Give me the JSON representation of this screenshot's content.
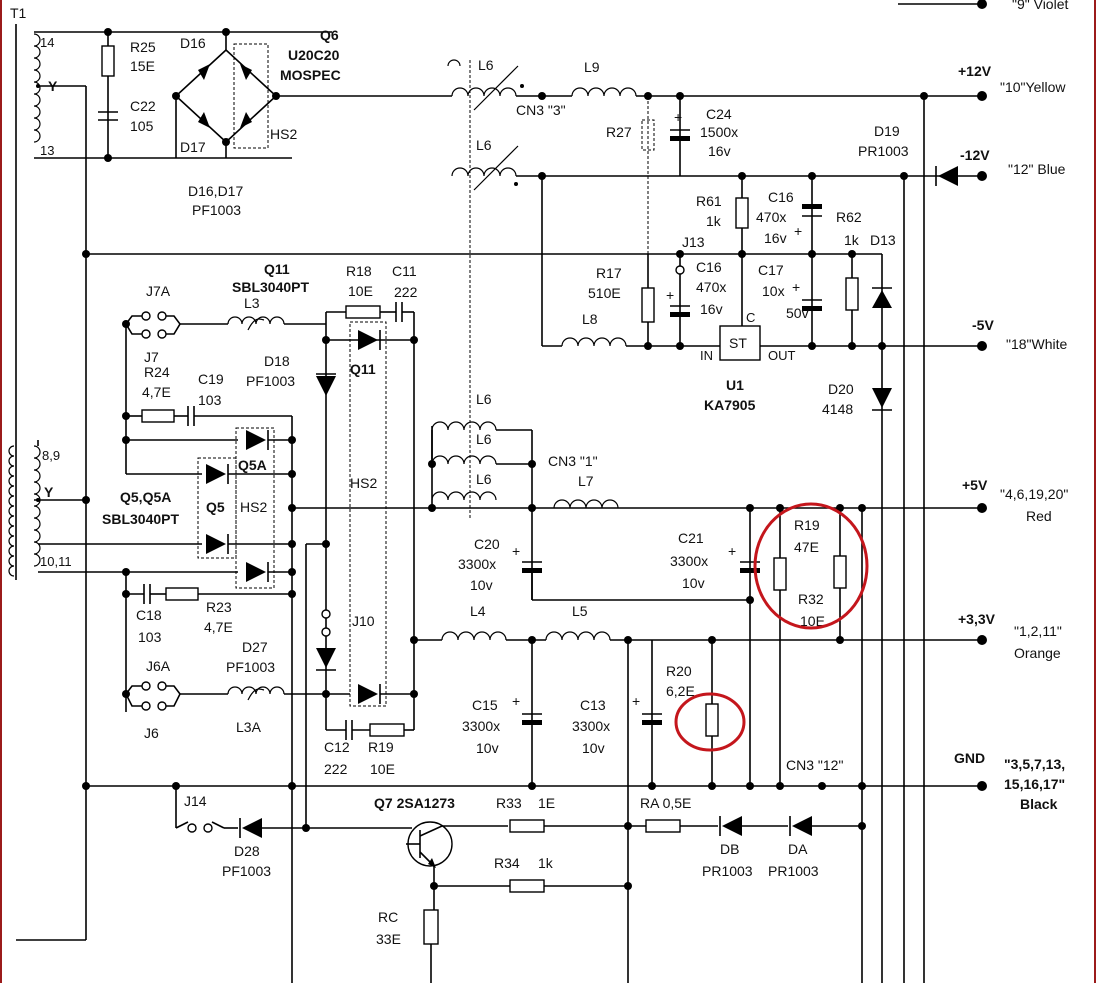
{
  "transformer": {
    "name": "T1",
    "pins_top": [
      "14",
      "Y",
      "13"
    ],
    "pins_bottom": [
      "8,9",
      "Y",
      "10,11"
    ]
  },
  "components": {
    "r25": [
      "R25",
      "15E"
    ],
    "c22": [
      "C22",
      "105"
    ],
    "d16": "D16",
    "d17": "D17",
    "d16d17": [
      "D16,D17",
      "PF1003"
    ],
    "q6": [
      "Q6",
      "U20C20",
      "MOSPEC"
    ],
    "hs2": "HS2",
    "l6": "L6",
    "l9": "L9",
    "cn3_3": "CN3 \"3\"",
    "r27": "R27",
    "c24": [
      "C24",
      "1500x",
      "16v"
    ],
    "d19": [
      "D19",
      "PR1003"
    ],
    "r61": [
      "R61",
      "1k"
    ],
    "c16a": [
      "C16",
      "470x",
      "16v"
    ],
    "r62": [
      "R62",
      "1k"
    ],
    "d13": "D13",
    "j13": "J13",
    "r17": [
      "R17",
      "510E"
    ],
    "c16b": [
      "C16",
      "470x",
      "16v"
    ],
    "c17": [
      "C17",
      "10x",
      "50v"
    ],
    "l8": "L8",
    "u1": [
      "U1",
      "KA7905"
    ],
    "u1_pins": [
      "IN",
      "ST",
      "C",
      "OUT"
    ],
    "d20": [
      "D20",
      "4148"
    ],
    "q11": [
      "Q11",
      "SBL3040PT"
    ],
    "q11_inner": "Q11",
    "l3": "L3",
    "r18": [
      "R18",
      "10E"
    ],
    "c11": [
      "C11",
      "222"
    ],
    "d18": [
      "D18",
      "PF1003"
    ],
    "j7a": "J7A",
    "j7": "J7",
    "r24": [
      "R24",
      "4,7E"
    ],
    "c19": [
      "C19",
      "103"
    ],
    "q5a": "Q5A",
    "q5": "Q5",
    "q5q5a": [
      "Q5,Q5A",
      "SBL3040PT"
    ],
    "hs2b": "HS2",
    "hs2c": "HS2",
    "c18": [
      "C18",
      "103"
    ],
    "r23": [
      "R23",
      "4,7E"
    ],
    "d27": [
      "D27",
      "PF1003"
    ],
    "j6a": "J6A",
    "j6": "J6",
    "l3a": "L3A",
    "j10": "J10",
    "c12": [
      "C12",
      "222"
    ],
    "r19b": [
      "R19",
      "10E"
    ],
    "l6b": [
      "L6",
      "L6",
      "L6"
    ],
    "cn3_1": "CN3 \"1\"",
    "l7": "L7",
    "c20": [
      "C20",
      "3300x",
      "10v"
    ],
    "c21": [
      "C21",
      "3300x",
      "10v"
    ],
    "r19": [
      "R19",
      "47E"
    ],
    "r32": [
      "R32",
      "10E"
    ],
    "l4": "L4",
    "l5": "L5",
    "r20": [
      "R20",
      "6,2E"
    ],
    "c15": [
      "C15",
      "3300x",
      "10v"
    ],
    "c13": [
      "C13",
      "3300x",
      "10v"
    ],
    "cn3_12": "CN3 \"12\"",
    "j14": "J14",
    "d28": [
      "D28",
      "PF1003"
    ],
    "q7": "Q7 2SA1273",
    "r33": [
      "R33",
      "1E"
    ],
    "r34": [
      "R34",
      "1k"
    ],
    "ra": "RA 0,5E",
    "db": [
      "DB",
      "PR1003"
    ],
    "da": [
      "DA",
      "PR1003"
    ],
    "rc": [
      "RC",
      "33E"
    ]
  },
  "outputs": [
    {
      "id": "violet",
      "rail": "",
      "wire": "\"9\" Violet"
    },
    {
      "id": "p12",
      "rail": "+12V",
      "wire": "\"10\"Yellow"
    },
    {
      "id": "m12",
      "rail": "-12V",
      "wire": "\"12\" Blue"
    },
    {
      "id": "m5",
      "rail": "-5V",
      "wire": "\"18\"White"
    },
    {
      "id": "p5",
      "rail": "+5V",
      "wire": "\"4,6,19,20\"",
      "wire2": "Red"
    },
    {
      "id": "p33",
      "rail": "+3,3V",
      "wire": "\"1,2,11\"",
      "wire2": "Orange"
    },
    {
      "id": "gnd",
      "rail": "GND",
      "wire": "\"3,5,7,13,",
      "wire2": "15,16,17\"",
      "wire3": "Black"
    }
  ],
  "highlight_color": "#c4161c"
}
